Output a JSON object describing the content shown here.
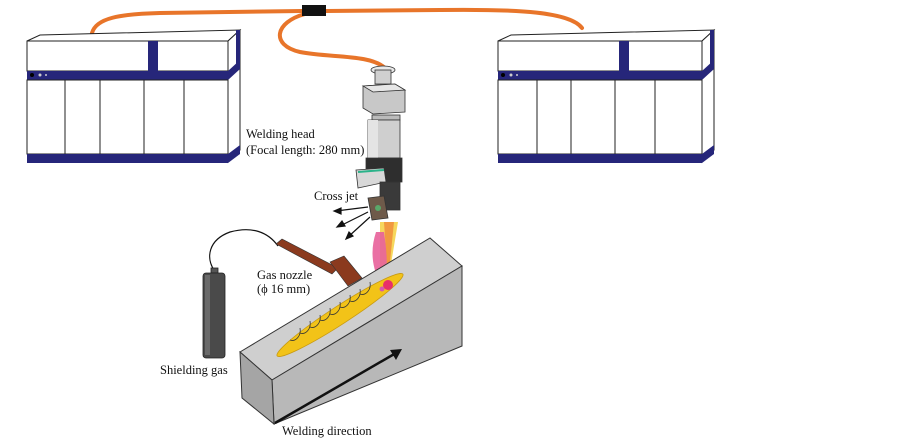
{
  "diagram": {
    "title": "Laser welding setup schematic",
    "labels": {
      "welding_head_line1": "Welding head",
      "welding_head_line2": "(Focal length: 280 mm)",
      "cross_jet": "Cross jet",
      "gas_nozzle_line1": "Gas nozzle",
      "gas_nozzle_line2": "(ϕ 16 mm)",
      "shielding_gas": "Shielding gas",
      "welding_direction": "Welding direction"
    },
    "components": [
      {
        "id": "laser-unit-left",
        "type": "laser oscillator cabinet"
      },
      {
        "id": "laser-unit-right",
        "type": "laser oscillator cabinet"
      },
      {
        "id": "optical-fiber",
        "type": "fiber cable"
      },
      {
        "id": "fiber-coupler",
        "type": "connector"
      },
      {
        "id": "welding-head",
        "type": "optics head"
      },
      {
        "id": "cross-jet",
        "type": "air jet"
      },
      {
        "id": "gas-nozzle",
        "type": "nozzle"
      },
      {
        "id": "shielding-gas-cylinder",
        "type": "gas cylinder"
      },
      {
        "id": "workpiece",
        "type": "metal block"
      }
    ],
    "colors": {
      "fiber": "#e8752a",
      "cabinet_trim": "#26267a",
      "bead": "#f2c318",
      "nozzle": "#8b3a1e",
      "plume": "#e8609a",
      "block_top": "#cfcfcf",
      "block_front": "#b8b8b8"
    }
  }
}
